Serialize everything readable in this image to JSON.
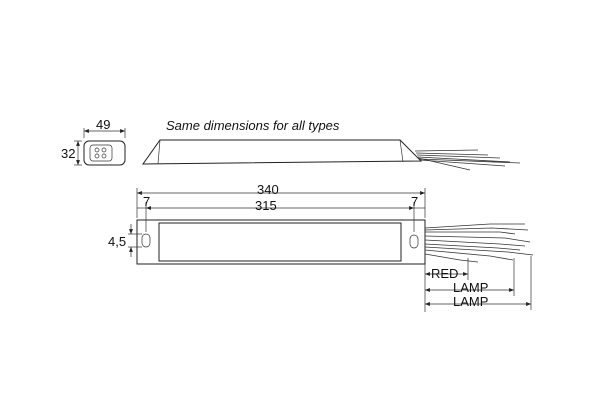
{
  "note": "Same dimensions for all types",
  "end_view": {
    "width": "49",
    "height": "32"
  },
  "top_view": {
    "overall_length": "340",
    "mounting_pitch": "315",
    "left_offset": "7",
    "right_offset": "7",
    "slot_width": "4,5"
  },
  "wire_labels": {
    "red": "RED",
    "lamp_1": "LAMP",
    "lamp_2": "LAMP"
  }
}
